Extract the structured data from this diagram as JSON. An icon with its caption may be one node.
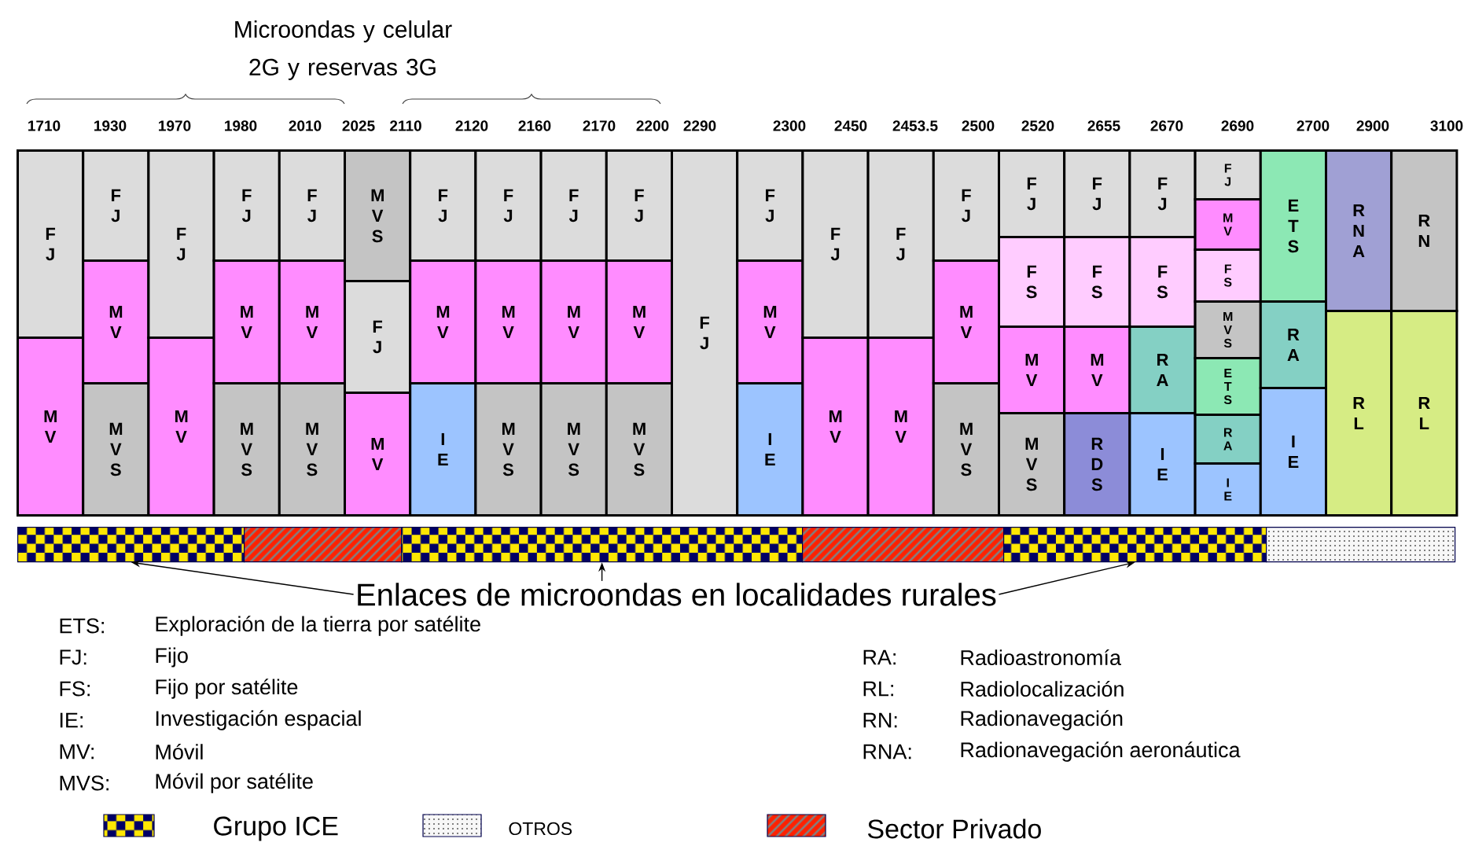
{
  "diagram": {
    "nodes": [
      {
        "text": [
          "F J"
        ]
      },
      {
        "text": [
          "M V"
        ]
      },
      {
        "text": [
          "F J"
        ]
      },
      {
        "text": [
          "M V"
        ]
      },
      {
        "text": [
          "M V S"
        ]
      },
      {
        "text": [
          "F J"
        ]
      },
      {
        "text": [
          "M V"
        ]
      },
      {
        "text": [
          "F J"
        ]
      },
      {
        "text": [
          "M V"
        ]
      },
      {
        "text": [
          "M V S"
        ]
      },
      {
        "text": [
          "F J"
        ]
      },
      {
        "text": [
          "M V"
        ]
      },
      {
        "text": [
          "M V S"
        ]
      },
      {
        "text": [
          "M V S"
        ]
      },
      {
        "text": [
          "F J"
        ]
      },
      {
        "text": [
          "M V"
        ]
      },
      {
        "text": [
          "F J"
        ]
      },
      {
        "text": [
          "M V"
        ]
      },
      {
        "text": [
          "I E"
        ]
      },
      {
        "text": [
          "F J"
        ]
      },
      {
        "text": [
          "M V"
        ]
      },
      {
        "text": [
          "M V S"
        ]
      },
      {
        "text": [
          "F J"
        ]
      },
      {
        "text": [
          "M V"
        ]
      },
      {
        "text": [
          "M V S"
        ]
      },
      {
        "text": [
          "F J"
        ]
      },
      {
        "text": [
          "M V"
        ]
      },
      {
        "text": [
          "M V S"
        ]
      },
      {
        "text": [
          "F J"
        ]
      },
      {
        "text": [
          "F J"
        ]
      },
      {
        "text": [
          "M V"
        ]
      },
      {
        "text": [
          "I E"
        ]
      },
      {
        "text": [
          "F J"
        ]
      },
      {
        "text": [
          "M V"
        ]
      },
      {
        "text": [
          "F J"
        ]
      },
      {
        "text": [
          "M V"
        ]
      },
      {
        "text": [
          "F J"
        ]
      },
      {
        "text": [
          "M V"
        ]
      },
      {
        "text": [
          "M V S"
        ]
      },
      {
        "text": [
          "F J"
        ]
      },
      {
        "text": [
          "F S"
        ]
      },
      {
        "text": [
          "M V"
        ]
      },
      {
        "text": [
          "M V S"
        ]
      },
      {
        "text": [
          "F J"
        ]
      },
      {
        "text": [
          "F S"
        ]
      },
      {
        "text": [
          "M V"
        ]
      },
      {
        "text": [
          "R D S"
        ]
      },
      {
        "text": [
          "F J"
        ]
      },
      {
        "text": [
          "F S"
        ]
      },
      {
        "text": [
          "R A"
        ]
      },
      {
        "text": [
          "I E"
        ]
      },
      {
        "text": [
          "F J"
        ]
      },
      {
        "text": [
          "M V"
        ]
      },
      {
        "text": [
          "F S"
        ]
      },
      {
        "text": [
          "M V S"
        ]
      },
      {
        "text": [
          "E T S"
        ]
      },
      {
        "text": [
          "R A"
        ]
      },
      {
        "text": [
          "I E"
        ]
      },
      {
        "text": [
          "E T S"
        ]
      },
      {
        "text": [
          "R A"
        ]
      },
      {
        "text": [
          "I E"
        ]
      },
      {
        "text": [
          "R N A"
        ]
      },
      {
        "text": [
          "R L"
        ]
      },
      {
        "text": [
          "R N"
        ]
      },
      {
        "text": [
          "R L"
        ]
      },
      {
        "text": [],
        "shape": "bar"
      },
      {
        "text": [],
        "shape": "bar"
      },
      {
        "text": [],
        "shape": "bar"
      },
      {
        "text": [],
        "shape": "bar"
      },
      {
        "text": [],
        "shape": "bar"
      },
      {
        "text": [],
        "shape": "bar"
      },
      {
        "text": [
          "Enlaces de microondas en localidades rurales"
        ]
      }
    ],
    "edges": [
      {
        "from": 71,
        "to": 65,
        "arrow": "to"
      },
      {
        "from": 71,
        "to": 67,
        "arrow": "to"
      },
      {
        "from": 71,
        "to": 69,
        "arrow": "to"
      }
    ],
    "labels": [
      "Microondas y celular 2G y reservas 3G",
      "1710",
      "1930",
      "1970",
      "1980",
      "2010",
      "2025",
      "2110",
      "2120",
      "2160",
      "2170",
      "2200",
      "2290",
      "2300",
      "2450",
      "2453.5",
      "2500",
      "2520",
      "2655",
      "2670",
      "2690",
      "2700",
      "2900",
      "3100",
      "ETS:",
      "Exploración de la tierra por satélite",
      "FJ:",
      "Fijo",
      "FS:",
      "Fijo por satélite",
      "IE:",
      "Investigación espacial",
      "MV:",
      "Móvil",
      "MVS:",
      "Móvil por satélite",
      "RA:",
      "Radioastronomía",
      "RL:",
      "Radiolocalización",
      "RN:",
      "Radionavegación",
      "RNA:",
      "Radionavegación aeronáutica"
    ],
    "legend": [
      {
        "text": "Grupo ICE"
      },
      {
        "text": "OTROS"
      },
      {
        "text": "Sector Privado"
      }
    ]
  }
}
